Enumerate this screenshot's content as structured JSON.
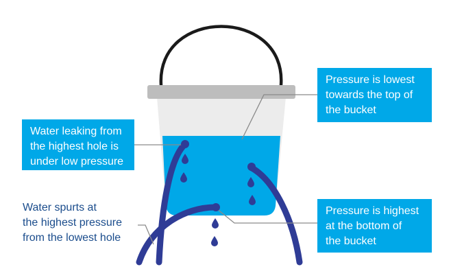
{
  "callouts": {
    "low_pressure_hole": {
      "lines": [
        "Water leaking from",
        "the highest hole is",
        "under low pressure"
      ]
    },
    "pressure_lowest": {
      "lines": [
        "Pressure is lowest",
        "towards the top of",
        "the bucket"
      ]
    },
    "pressure_highest": {
      "lines": [
        "Pressure is highest",
        "at the bottom of",
        "the bucket"
      ]
    }
  },
  "labels": {
    "high_pressure_spurt": {
      "lines": [
        "Water spurts at",
        "the highest pressure",
        "from the lowest hole"
      ]
    }
  },
  "colors": {
    "callout_bg": "#00a8e8",
    "water": "#00a8e8",
    "water_stream": "#2f3c96",
    "drop": "#2f3c96",
    "bucket_body": "#ececec",
    "bucket_rim": "#bdbdbd",
    "handle": "#1a1a1a",
    "leader_line": "#8a8a8a",
    "label_text": "#1a4c8c"
  },
  "icons": {
    "bucket": "bucket-icon",
    "handle": "handle-icon",
    "drop": "water-drop-icon"
  }
}
